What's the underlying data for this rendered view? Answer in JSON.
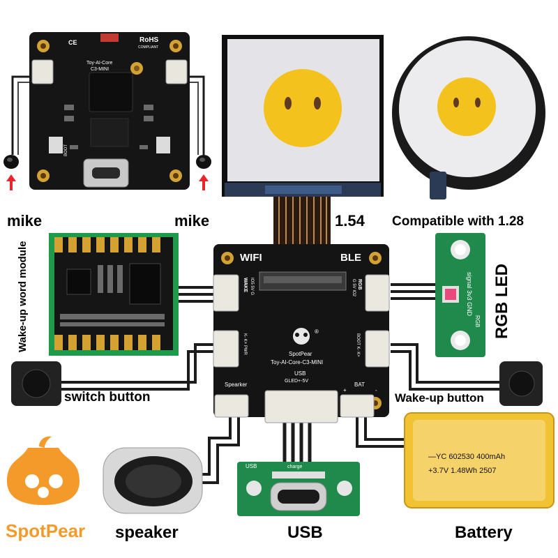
{
  "labels": {
    "mike_left": "mike",
    "mike_right": "mike",
    "size_154": "1.54",
    "compatible_128": "Compatible with 1.28",
    "rgb_led": "RGB LED",
    "wakeup_word_module": "Wake-up word module",
    "switch_button": "switch button",
    "wakeup_button": "Wake-up  button",
    "speaker": "speaker",
    "usb": "USB",
    "battery": "Battery"
  },
  "top_board": {
    "ce": "CE",
    "rohs": "RoHS",
    "rohs_sub": "COMPLIANT",
    "name_line1": "Toy-AI-Core",
    "name_line2": "C3-MINI",
    "boot": "BOOT"
  },
  "main_board": {
    "header": "WIFI",
    "header_right": "BLE",
    "brand": "SpotPear",
    "registered": "®",
    "model": "Toy-AI-Core-C3-MINI",
    "wake": "WAKE",
    "wake_pins": "IO5 5V G",
    "rgb": "RGB",
    "rgb_pins": "G 5V IO2",
    "kk_pwr": "K- K+ PWR",
    "boot_pins": "BOOT K- K+",
    "speaker": "Spearker",
    "usb": "USB",
    "usb_pins": "GLED+-5V",
    "bat": "BAT",
    "plus": "+",
    "minus": "-"
  },
  "rgb_board": {
    "text": "signal 3v3 GND",
    "text2": "RGB"
  },
  "usb_board": {
    "usb": "USB",
    "charge": "charge"
  },
  "battery_info": {
    "line1": "—YC 602530 400mAh",
    "line2": "+3.7V 1.48Wh 2507"
  },
  "logo": {
    "text": "SpotPear"
  },
  "colors": {
    "pcb_black": "#151515",
    "pcb_green": "#1f8a4c",
    "gold": "#d4a133",
    "emoji_yellow": "#f4c21c",
    "mic_arrow": "#e8252a",
    "logo_orange": "#f39a2b"
  }
}
